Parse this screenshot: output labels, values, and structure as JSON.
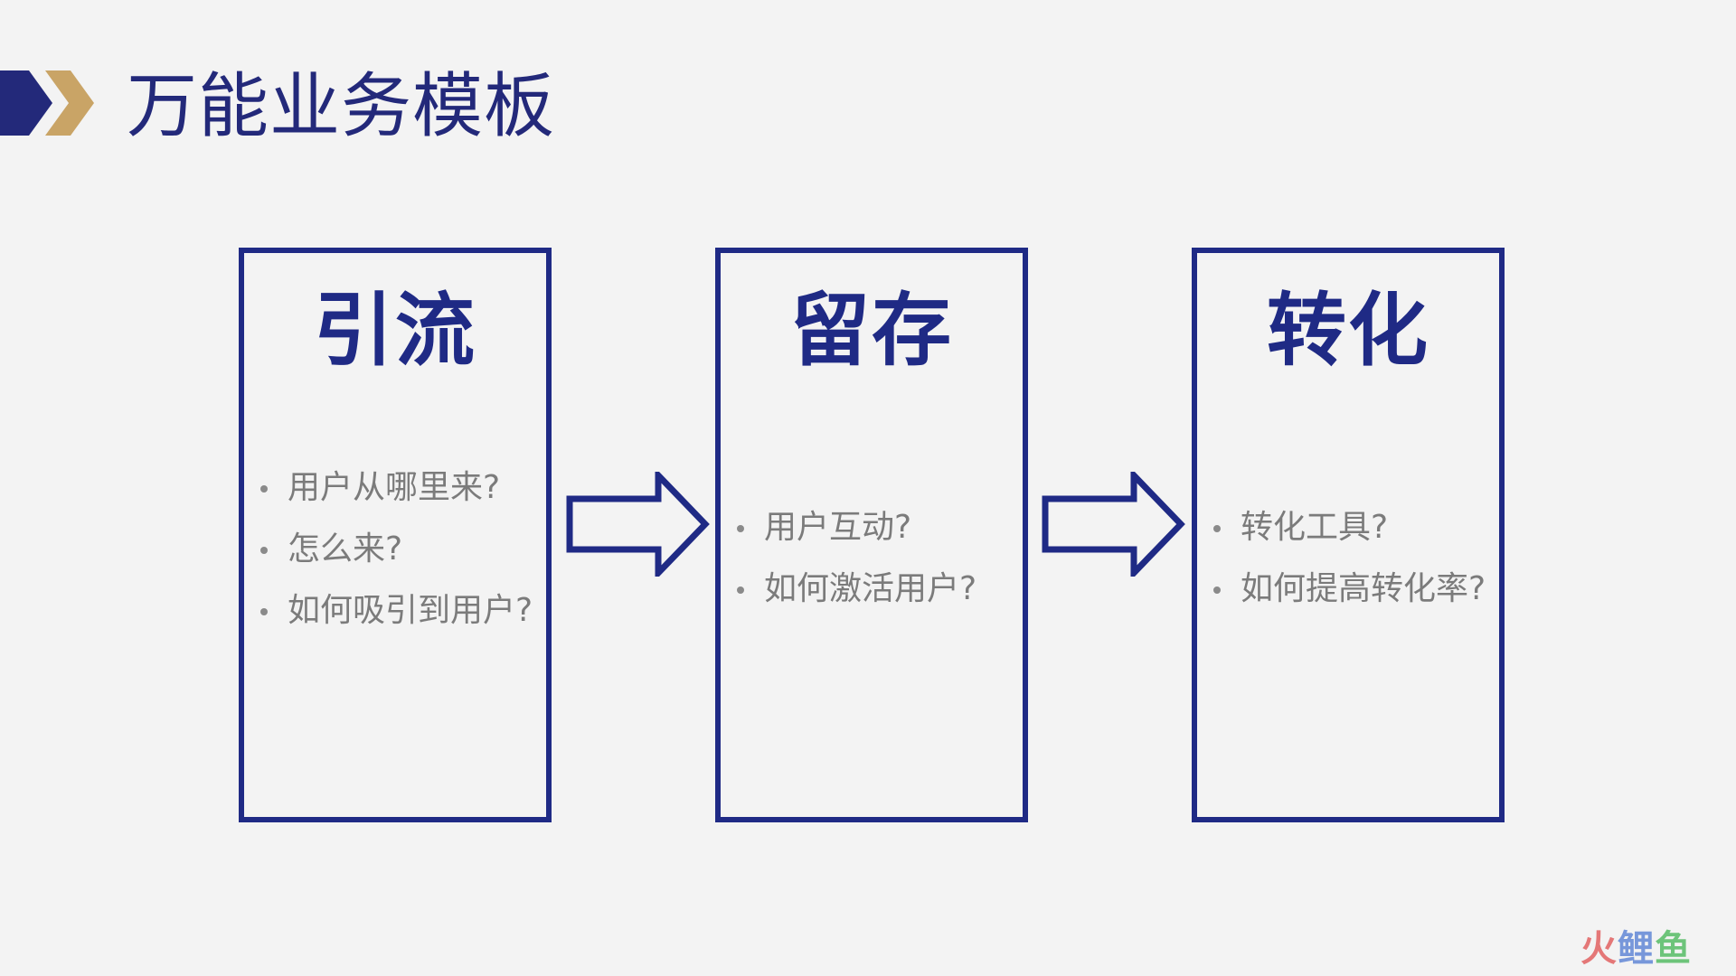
{
  "title": "万能业务模板",
  "colors": {
    "primary": "#1f2a85",
    "accent_gold": "#c9a466",
    "bullet_text": "#7b7b7b",
    "background": "#f3f3f3"
  },
  "stages": [
    {
      "heading": "引流",
      "bullets": [
        "用户从哪里来?",
        "怎么来?",
        "如何吸引到用户?"
      ]
    },
    {
      "heading": "留存",
      "bullets": [
        "用户互动?",
        "如何激活用户?"
      ]
    },
    {
      "heading": "转化",
      "bullets": [
        "转化工具?",
        "如何提高转化率?"
      ]
    }
  ],
  "watermark": {
    "char1": "火",
    "char2": "鲤",
    "char3": "鱼"
  }
}
